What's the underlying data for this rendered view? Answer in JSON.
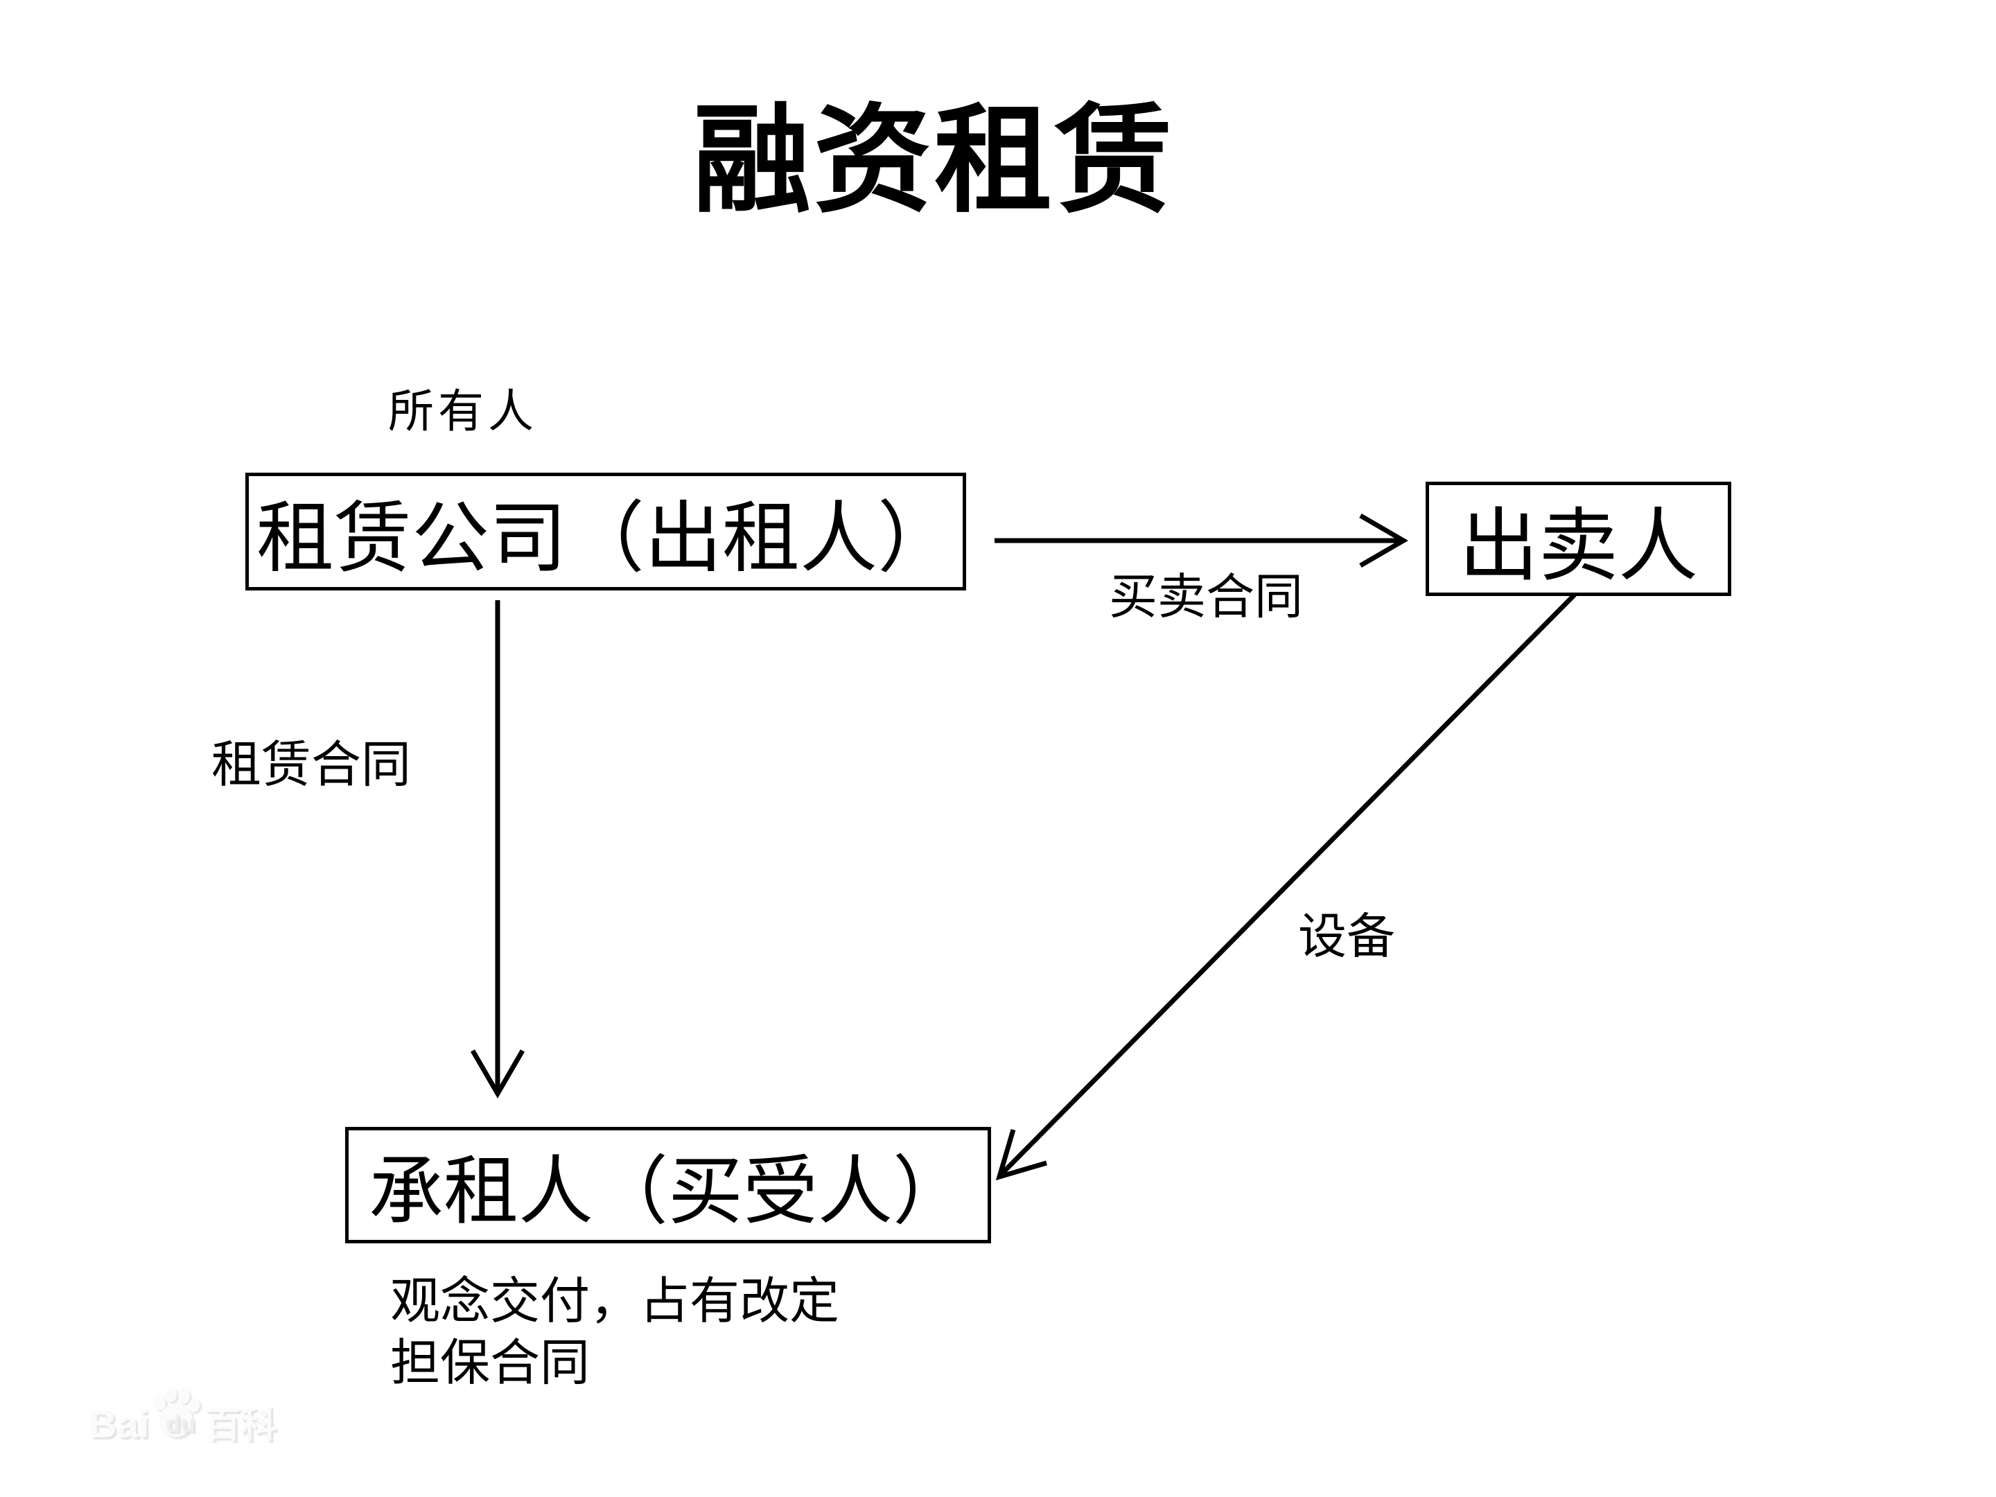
{
  "title": "融资租赁",
  "nodes": {
    "lessor": "租赁公司（出租人）",
    "seller": "出卖人",
    "lessee": "承租人（买受人）"
  },
  "labels": {
    "owner": "所有人",
    "sales_contract": "买卖合同",
    "lease_contract": "租赁合同",
    "equipment": "设备",
    "note_line1": "观念交付，占有改定",
    "note_line2": "担保合同"
  },
  "edges": [
    {
      "id": "sales-contract",
      "from": "租赁公司（出租人）",
      "to": "出卖人",
      "label": "买卖合同",
      "direction": "right"
    },
    {
      "id": "lease-contract",
      "from": "租赁公司（出租人）",
      "to": "承租人（买受人）",
      "label": "租赁合同",
      "direction": "down"
    },
    {
      "id": "equipment-delivery",
      "from": "出卖人",
      "to": "承租人（买受人）",
      "label": "设备",
      "direction": "down-left"
    }
  ],
  "watermark": {
    "latin_prefix": "Bai",
    "latin_suffix": "du",
    "cjk": "百科"
  },
  "colors": {
    "ink": "#000000",
    "background": "#ffffff"
  }
}
